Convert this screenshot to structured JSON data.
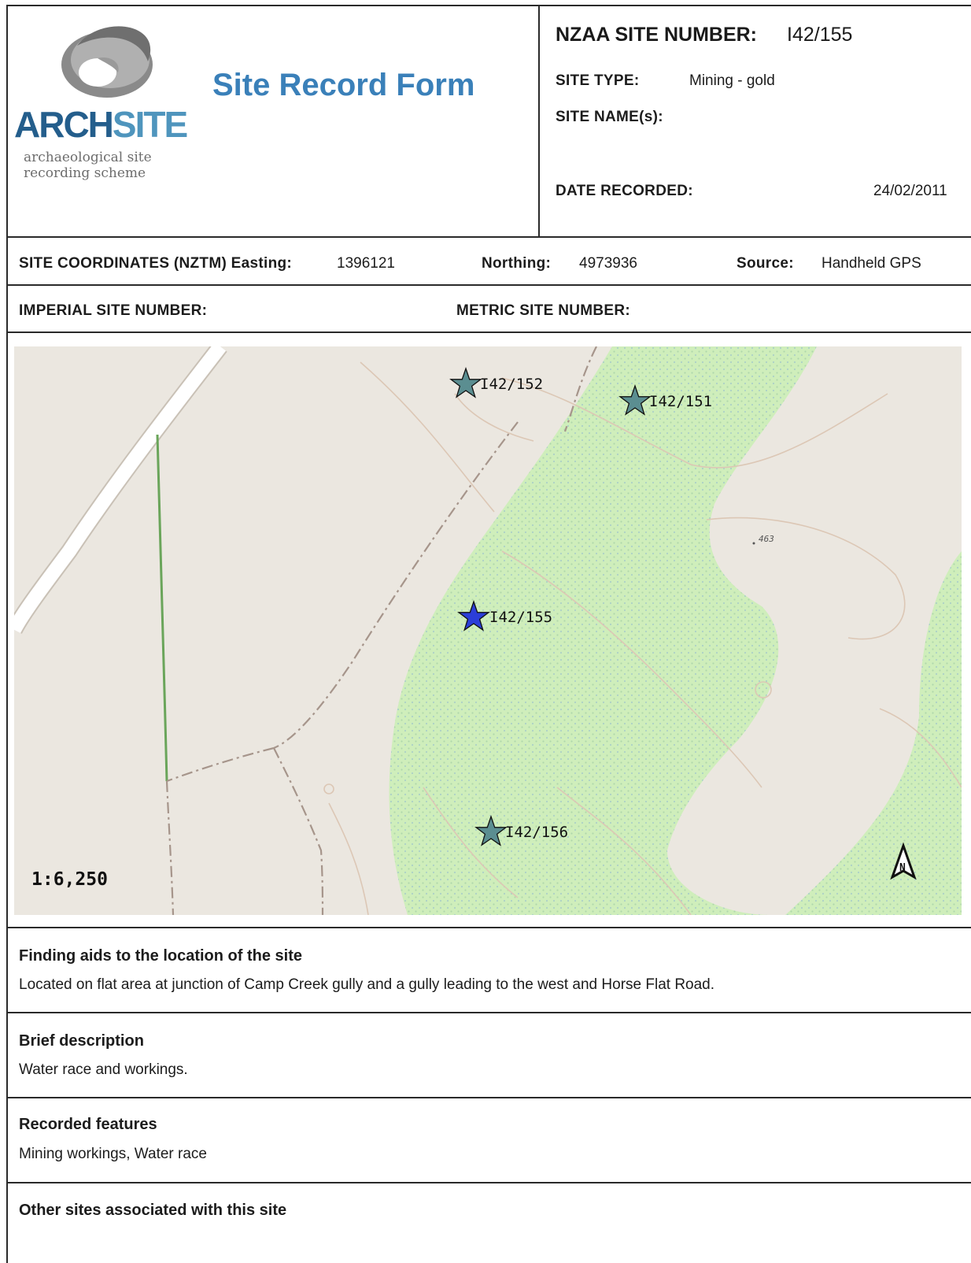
{
  "logo": {
    "arch": "ARCH",
    "site": "SITE",
    "line1": "archaeological site",
    "line2": "recording scheme"
  },
  "form_title": "Site Record Form",
  "header": {
    "nzaa_label": "NZAA SITE NUMBER:",
    "nzaa_value": "I42/155",
    "site_type_label": "SITE TYPE:",
    "site_type_value": "Mining - gold",
    "site_names_label": "SITE NAME(s):",
    "date_label": "DATE RECORDED:",
    "date_value": "24/02/2011"
  },
  "coordinates": {
    "label": "SITE COORDINATES (NZTM) Easting:",
    "easting": "1396121",
    "northing_label": "Northing:",
    "northing": "4973936",
    "source_label": "Source:",
    "source": "Handheld GPS"
  },
  "site_numbers": {
    "imperial_label": "IMPERIAL SITE NUMBER:",
    "metric_label": "METRIC SITE NUMBER:"
  },
  "map": {
    "scale": "1:6,250",
    "north_letter": "N",
    "spot_height": "463",
    "markers": [
      {
        "label": "I42/152",
        "color": "#5b8e91"
      },
      {
        "label": "I42/151",
        "color": "#5b8e91"
      },
      {
        "label": "I42/155",
        "color": "#2b3ed8"
      },
      {
        "label": "I42/156",
        "color": "#5b8e91"
      }
    ],
    "colors": {
      "land": "#ebe7e0",
      "vegetation": "#cfeebb",
      "road": "#ffffff",
      "contour": "#dcc7b5",
      "track": "#a6958b",
      "stream": "#6aa55a"
    }
  },
  "sections": [
    {
      "title": "Finding aids to the location of the site",
      "text": "Located on flat area at junction of Camp Creek gully and a gully leading to the west and Horse Flat Road."
    },
    {
      "title": "Brief description",
      "text": "Water race and workings."
    },
    {
      "title": "Recorded features",
      "text": "Mining workings, Water race"
    },
    {
      "title": "Other sites associated with this site",
      "text": ""
    }
  ]
}
